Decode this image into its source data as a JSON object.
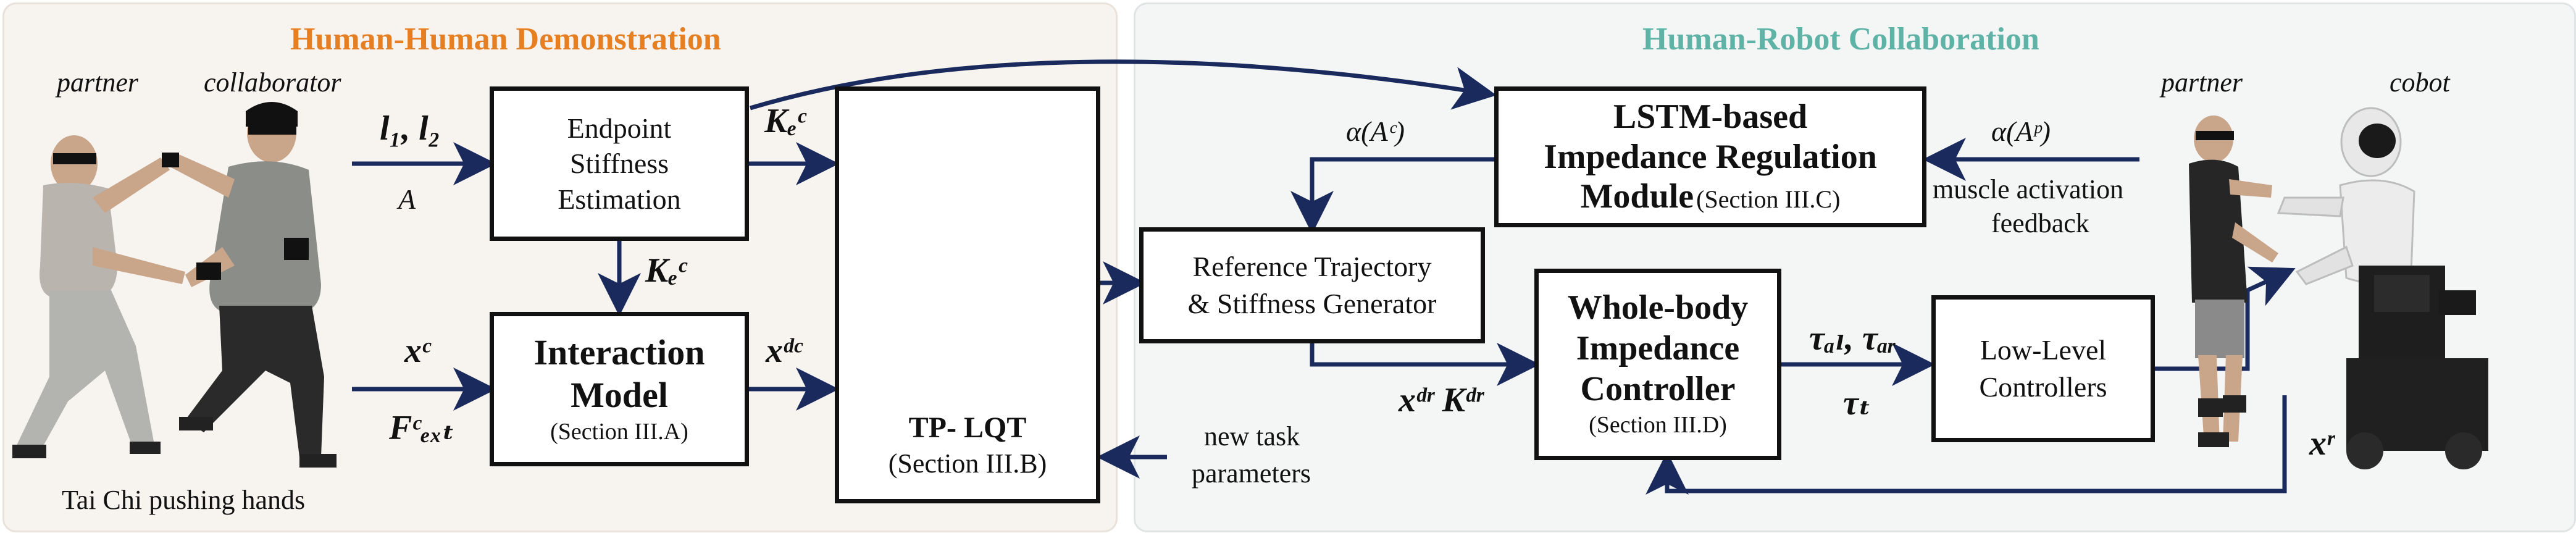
{
  "panels": {
    "left_title": "Human-Human Demonstration",
    "right_title": "Human-Robot Collaboration"
  },
  "colors": {
    "left_title": "#e67e22",
    "right_title": "#5fb3a6",
    "left_panel_bg": "#f7f4f0",
    "right_panel_bg": "#f4f6f6",
    "arrow": "#1a2a5c",
    "ellipse_curve": "#1e2db8",
    "gaussian_pink": "#f7c9d3"
  },
  "people": {
    "partner_left": "partner",
    "collaborator": "collaborator",
    "caption": "Tai Chi pushing hands",
    "partner_right": "partner",
    "cobot": "cobot"
  },
  "signals": {
    "l1l2": "l₁, l₂",
    "A": "A",
    "Kec_top": "Kₑᶜ",
    "Kec_mid": "Kₑᶜ",
    "xc": "xᶜ",
    "Fext": "Fᶜₑₓₜ",
    "xdc": "xᵈᶜ",
    "alphaAc": "α(Aᶜ)",
    "alphaAp": "α(Aᵖ)",
    "muscle": "muscle activation",
    "feedback": "feedback",
    "xdr_Kdr": "xᵈʳ Kᵈʳ",
    "tau_al_ar": "τₐₗ, τₐᵣ",
    "tau_t": "τₜ",
    "new_task": "new task",
    "parameters": "parameters",
    "xr": "xʳ"
  },
  "blocks": {
    "stiffness": {
      "l1": "Endpoint",
      "l2": "Stiffness",
      "l3": "Estimation"
    },
    "interaction": {
      "l1": "Interaction",
      "l2": "Model",
      "sec": "(Section III.A)"
    },
    "tplqt": {
      "l1": "TP- LQT",
      "sec": "(Section III.B)"
    },
    "lstm": {
      "l1": "LSTM-based",
      "l2": "Impedance Regulation",
      "l3": "Module",
      "sec": "(Section III.C)"
    },
    "reference": {
      "l1": "Reference Trajectory",
      "l2": "& Stiffness Generator"
    },
    "wbic": {
      "l1": "Whole-body",
      "l2": "Impedance",
      "l3": "Controller",
      "sec": "(Section III.D)"
    },
    "lowlevel": {
      "l1": "Low-Level",
      "l2": "Controllers"
    }
  }
}
